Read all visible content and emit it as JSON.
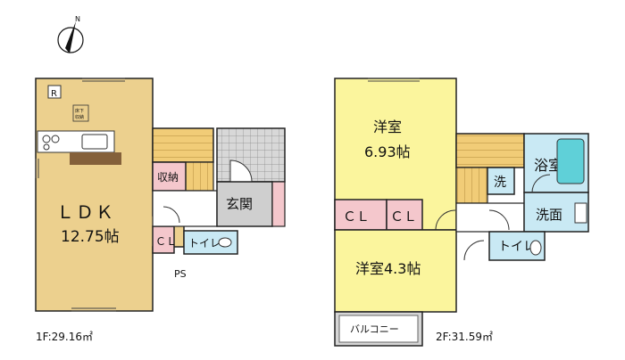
{
  "compass": {
    "north": "N"
  },
  "floor1": {
    "area": "1F:29.16㎡",
    "ldk": {
      "name": "ＬＤＫ",
      "size": "12.75帖"
    },
    "refrigerator": "R",
    "underfloor_storage": [
      "床下",
      "収納"
    ],
    "storage": "収納",
    "entrance": "玄関",
    "closet": "ＣＬ",
    "toilet": "トイレ",
    "ps": "PS"
  },
  "floor2": {
    "area": "2F:31.59㎡",
    "room1": {
      "name": "洋室",
      "size": "6.93帖"
    },
    "room2": {
      "name": "洋室4.3帖"
    },
    "closet_a": "ＣＬ",
    "closet_b": "ＣＬ",
    "laundry": "洗",
    "bathroom": "浴室",
    "washroom": "洗面",
    "toilet": "トイレ",
    "balcony": "バルコニー"
  },
  "colors": {
    "ldk": "#ecd08e",
    "bedroom": "#fbf59d",
    "closet": "#f4c7cc",
    "wet": "#c9e9f4",
    "stairs": "#f1cc77",
    "entry": "#cfcfcf",
    "balcony": "#d6d6d6"
  }
}
